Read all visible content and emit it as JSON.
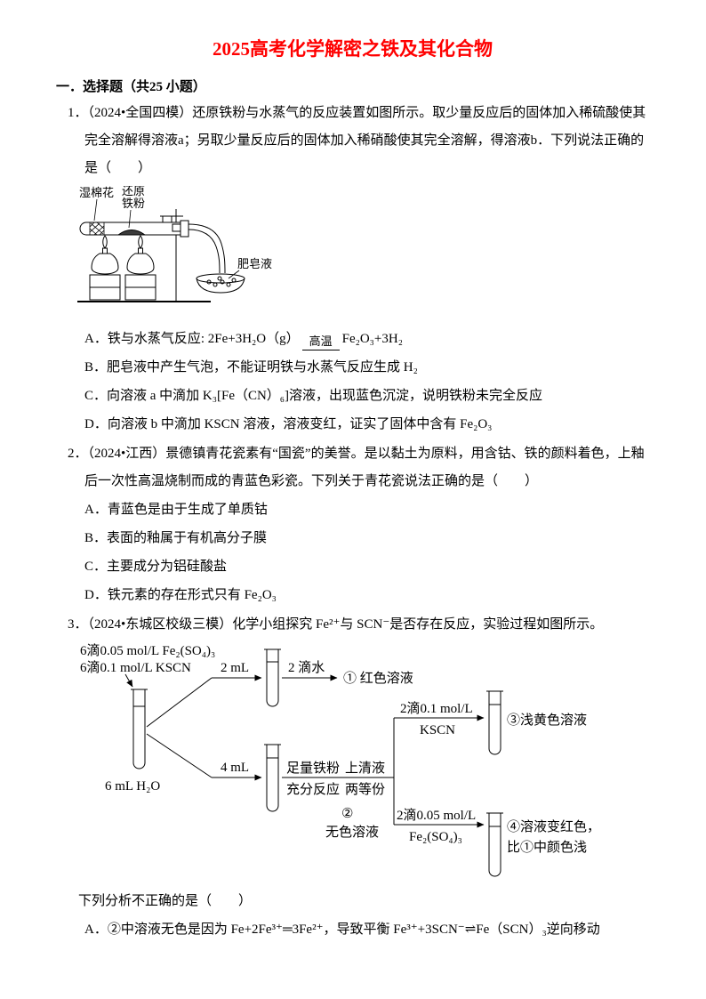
{
  "doc": {
    "title": "2025高考化学解密之铁及其化合物",
    "title_color": "#ff0000",
    "section_heading": "一．选择题（共25 小题）"
  },
  "q1": {
    "stem": "1．（2024•全国四模）还原铁粉与水蒸气的反应装置如图所示。取少量反应后的固体加入稀硫酸使其完全溶解得溶液a；另取少量反应后的固体加入稀硝酸使其完全溶解，得溶液b．下列说法正确的是（　　）",
    "apparatus": {
      "wet_cotton": "湿棉花",
      "iron_powder_line1": "还原",
      "iron_powder_line2": "铁粉",
      "soap_liquid": "肥皂液"
    },
    "options": {
      "a_prefix": "A．铁与水蒸气反应: 2Fe+3H₂O（g）",
      "a_condition": "高温",
      "a_suffix": "Fe₂O₃+3H₂",
      "b": "B．肥皂液中产生气泡，不能证明铁与水蒸气反应生成 H₂",
      "c": "C．向溶液 a 中滴加 K₃[Fe（CN）₆]溶液，出现蓝色沉淀，说明铁粉未完全反应",
      "d": "D．向溶液 b 中滴加 KSCN 溶液，溶液变红，证实了固体中含有 Fe₂O₃"
    }
  },
  "q2": {
    "stem": "2．（2024•江西）景德镇青花瓷素有“国瓷”的美誉。是以黏土为原料，用含钴、铁的颜料着色，上釉后一次性高温烧制而成的青蓝色彩瓷。下列关于青花瓷说法正确的是（　　）",
    "options": {
      "a": "A．青蓝色是由于生成了单质钴",
      "b": "B．表面的釉属于有机高分子膜",
      "c": "C．主要成分为铝硅酸盐",
      "d": "D．铁元素的存在形式只有 Fe₂O₃"
    }
  },
  "q3": {
    "stem": "3．（2024•东城区校级三模）化学小组探究 Fe²⁺与 SCN⁻是否存在反应，实验过程如图所示。",
    "flowchart": {
      "reagent_line1": "6滴0.05 mol/L Fe₂(SO₄)₃",
      "reagent_line2": "6滴0.1 mol/L KSCN",
      "water_label": "6 mL H₂O",
      "volume_top": "2 mL",
      "drops_water": "2 滴水",
      "result1": "① 红色溶液",
      "volume_bottom": "4 mL",
      "iron_line1": "足量铁粉",
      "iron_line2": "充分反应",
      "supernatant_line1": "上清液",
      "supernatant_line2": "两等份",
      "result2_num": "②",
      "result2_text": "无色溶液",
      "kscn_line1": "2滴0.1 mol/L",
      "kscn_line2": "KSCN",
      "result3": "③浅黄色溶液",
      "fe2so43_line1": "2滴0.05 mol/L",
      "fe2so43_line2": "Fe₂(SO₄)₃",
      "result4_line1": "④溶液变红色，",
      "result4_line2": "比①中颜色浅"
    },
    "footer": "下列分析不正确的是（　　）",
    "option_a": "A．②中溶液无色是因为 Fe+2Fe³⁺═3Fe²⁺，导致平衡 Fe³⁺+3SCN⁻⇌Fe（SCN）₃逆向移动"
  }
}
